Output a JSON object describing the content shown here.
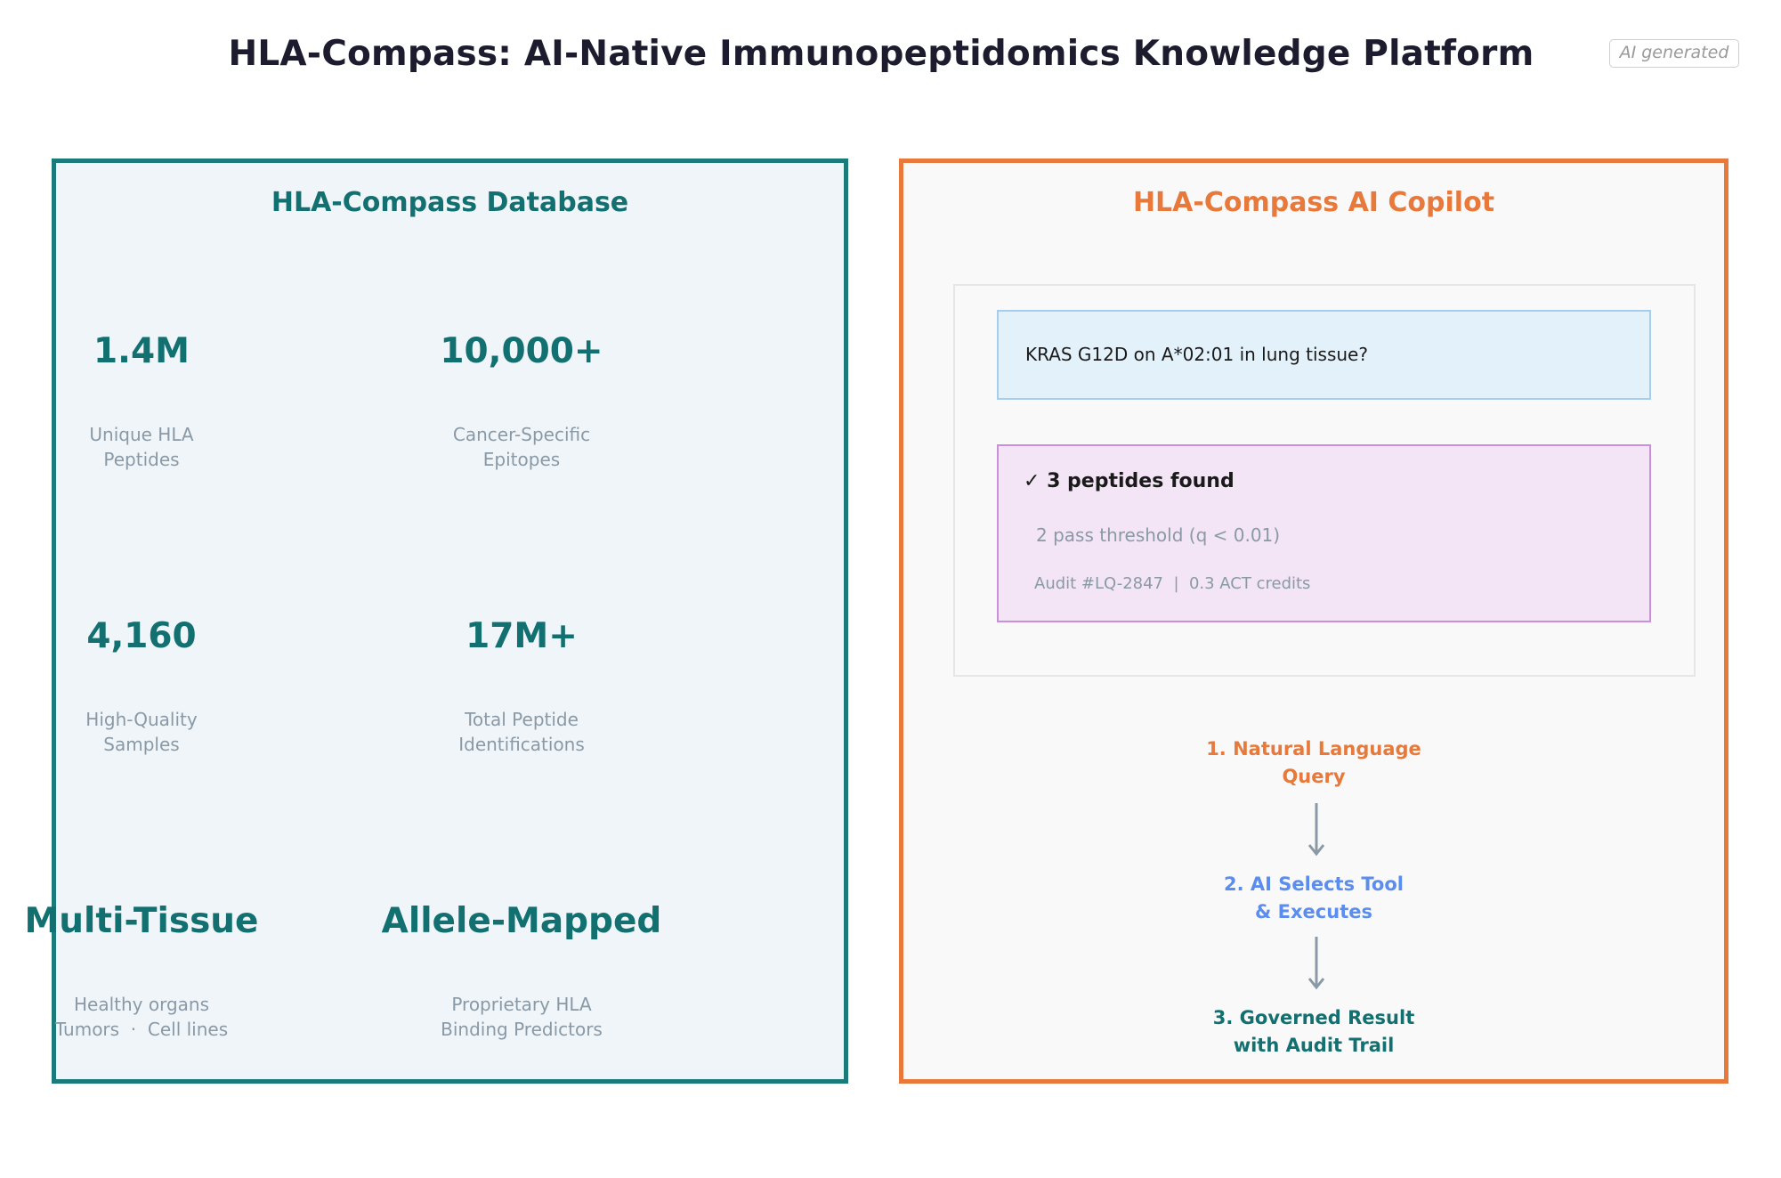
{
  "header": {
    "title": "HLA-Compass: AI-Native Immunopeptidomics Knowledge Platform",
    "badge": "AI generated"
  },
  "database": {
    "title": "HLA-Compass Database",
    "stats": [
      {
        "value": "1.4M",
        "label_lines": [
          "Unique HLA",
          "Peptides"
        ]
      },
      {
        "value": "10,000+",
        "label_lines": [
          "Cancer-Specific",
          "Epitopes"
        ]
      },
      {
        "value": "4,160",
        "label_lines": [
          "High-Quality",
          "Samples"
        ]
      },
      {
        "value": "17M+",
        "label_lines": [
          "Total Peptide",
          "Identifications"
        ]
      },
      {
        "value": "Multi-Tissue",
        "label_lines": [
          "Healthy organs",
          "Tumors  ·  Cell lines"
        ]
      },
      {
        "value": "Allele-Mapped",
        "label_lines": [
          "Proprietary HLA",
          "Binding Predictors"
        ]
      }
    ]
  },
  "copilot": {
    "title": "HLA-Compass AI Copilot",
    "query": "KRAS G12D on A*02:01 in lung tissue?",
    "result": {
      "headline": "✓ 3 peptides found",
      "detail": "2 pass threshold (q < 0.01)",
      "audit": "Audit #LQ-2847  |  0.3 ACT credits"
    },
    "steps": [
      {
        "lines": [
          "1. Natural Language",
          "Query"
        ],
        "color": "#e8793a"
      },
      {
        "lines": [
          "2. AI Selects Tool",
          "& Executes"
        ],
        "color": "#5b8def"
      },
      {
        "lines": [
          "3. Governed Result",
          "with Audit Trail"
        ],
        "color": "#137070"
      }
    ],
    "arrow_color": "#8a99a6"
  }
}
